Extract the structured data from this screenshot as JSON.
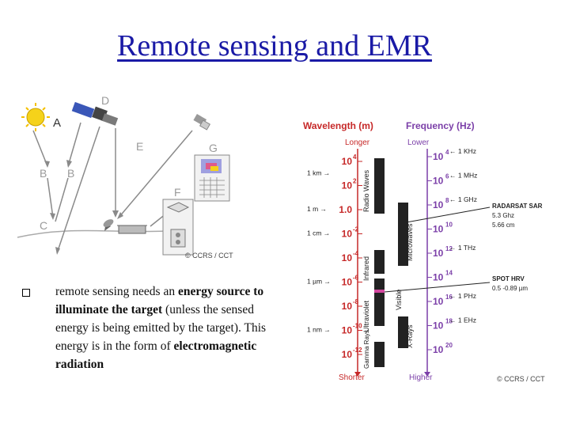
{
  "slide": {
    "title": "Remote sensing and EMR"
  },
  "left_figure": {
    "labels": {
      "A": "A",
      "B1": "B",
      "B2": "B",
      "C": "C",
      "D": "D",
      "E": "E",
      "F": "F",
      "G": "G"
    },
    "credit": "© CCRS / CCT"
  },
  "spectrum": {
    "wavelength_header": "Wavelength (m)",
    "frequency_header": "Frequency (Hz)",
    "longer": "Longer",
    "shorter": "Shorter",
    "lower": "Lower",
    "higher": "Higher",
    "wavelength_ticks": [
      {
        "base": "10",
        "exp": "4"
      },
      {
        "base": "10",
        "exp": "2"
      },
      {
        "base": "1.0",
        "exp": ""
      },
      {
        "base": "10",
        "exp": "-2"
      },
      {
        "base": "10",
        "exp": "-4"
      },
      {
        "base": "10",
        "exp": "-6"
      },
      {
        "base": "10",
        "exp": "-8"
      },
      {
        "base": "10",
        "exp": "-10"
      },
      {
        "base": "10",
        "exp": "-12"
      }
    ],
    "wavelength_markers": [
      "1 km",
      "1 m",
      "1 cm",
      "1 µm",
      "1 nm"
    ],
    "frequency_ticks": [
      {
        "base": "10",
        "exp": "4"
      },
      {
        "base": "10",
        "exp": "6"
      },
      {
        "base": "10",
        "exp": "8"
      },
      {
        "base": "10",
        "exp": "10"
      },
      {
        "base": "10",
        "exp": "12"
      },
      {
        "base": "10",
        "exp": "14"
      },
      {
        "base": "10",
        "exp": "16"
      },
      {
        "base": "10",
        "exp": "18"
      },
      {
        "base": "10",
        "exp": "20"
      }
    ],
    "frequency_markers": [
      "1 KHz",
      "1 MHz",
      "1 GHz",
      "1 THz",
      "1 PHz",
      "1 EHz"
    ],
    "bands": [
      "Radio Waves",
      "Microwaves",
      "Infrared",
      "Visible",
      "Ultraviolet",
      "X-Rays",
      "Gamma Rays"
    ],
    "annotations": {
      "radarsat_title": "RADARSAT SAR",
      "radarsat_freq": "5.3 Ghz",
      "radarsat_wave": "5.66 cm",
      "spot_title": "SPOT HRV",
      "spot_wave": "0.5 -0.89 µm"
    },
    "credit": "© CCRS / CCT"
  },
  "bullet": {
    "part1": "remote sensing needs an ",
    "bold1": "energy source to illuminate the target",
    "part2": " (unless the sensed energy is being emitted by the target). This energy is in the form of ",
    "bold2": "electromagnetic radiation"
  }
}
